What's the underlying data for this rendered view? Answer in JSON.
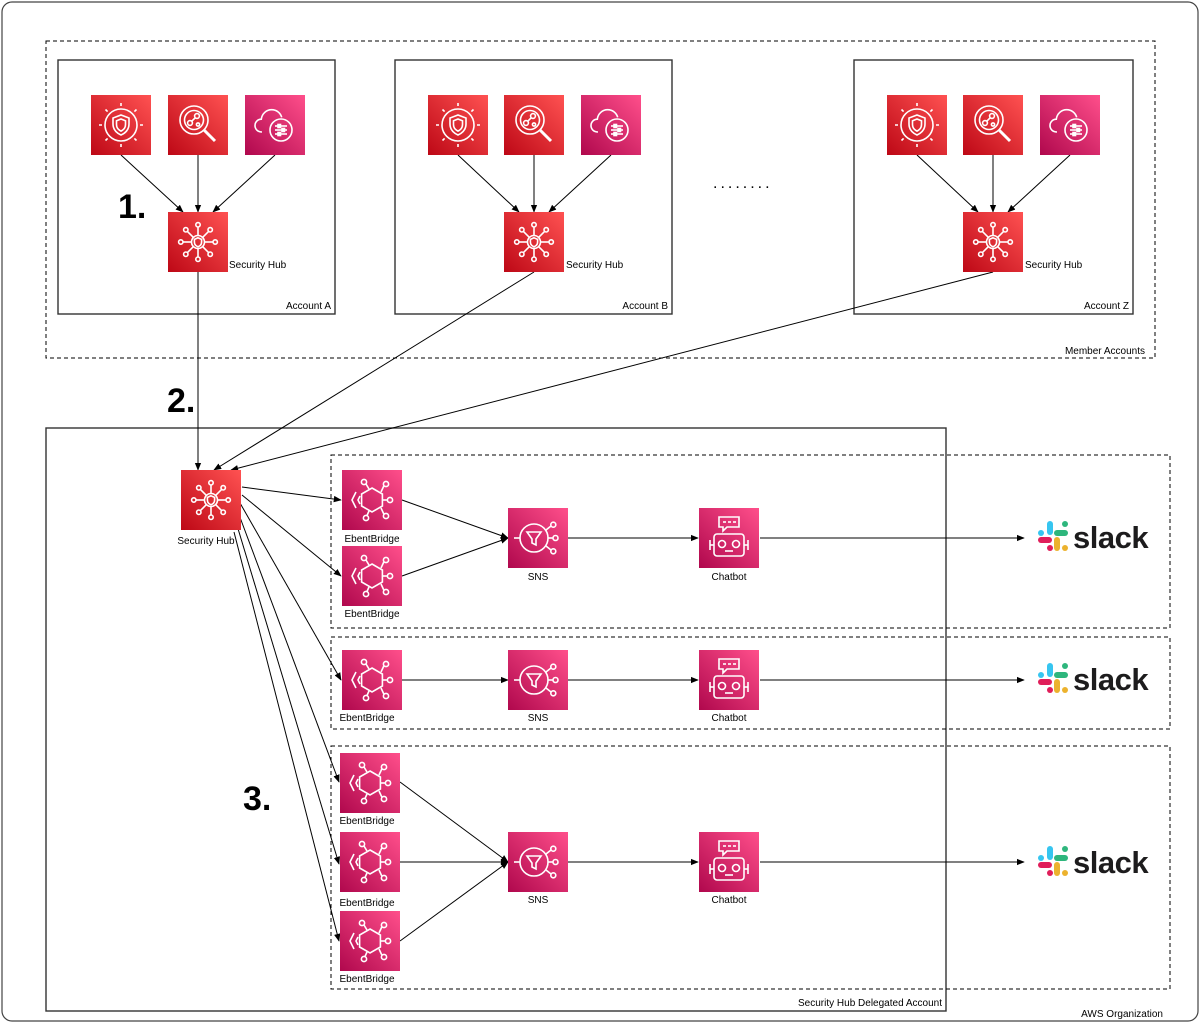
{
  "containers": {
    "organization": "AWS Organization",
    "member_accounts": "Member Accounts",
    "account_a": "Account A",
    "account_b": "Account B",
    "account_z": "Account Z",
    "delegated_account": "Security Hub Delegated Account"
  },
  "steps": {
    "one": "1.",
    "two": "2.",
    "three": "3."
  },
  "ellipsis": "........",
  "services": {
    "security_hub": "Security Hub",
    "eventbridge": "EbentBridge",
    "sns": "SNS",
    "chatbot": "Chatbot"
  },
  "slack": "slack",
  "colors": {
    "security_red": "#dd344c",
    "security_red_dark": "#bd0816",
    "app_pink": "#e7157b",
    "app_pink_dark": "#b0084d",
    "slack_blue": "#36c5f0",
    "slack_green": "#2eb67d",
    "slack_yellow": "#ecb22e",
    "slack_red": "#e01e5a"
  },
  "icons": {
    "security_service": "shield-gear-icon",
    "inspector": "magnifier-icon",
    "config": "cloud-settings-icon",
    "security_hub": "security-hub-icon",
    "eventbridge": "eventbridge-icon",
    "sns": "sns-icon",
    "chatbot": "chatbot-icon",
    "slack": "slack-logo-icon"
  }
}
